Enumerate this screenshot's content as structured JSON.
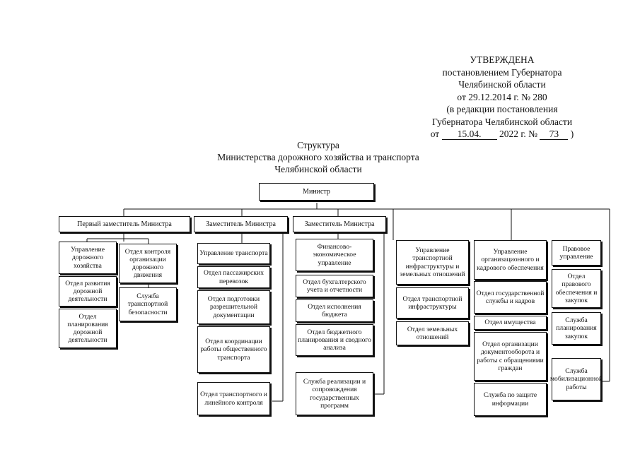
{
  "approval": {
    "heading": "УТВЕРЖДЕНА",
    "line1": "постановлением Губернатора",
    "line2": "Челябинской области",
    "line3": "от 29.12.2014 г. № 280",
    "line4": "(в редакции постановления",
    "line5": "Губернатора Челябинской области",
    "from_prefix": "от",
    "date": "15.04.",
    "year_suffix": "2022 г. №",
    "number": "73",
    "close": ")"
  },
  "title": {
    "line1": "Структура",
    "line2": "Министерства дорожного хозяйства и транспорта",
    "line3": "Челябинской области"
  },
  "org": {
    "minister": "Министр",
    "first_deputy": "Первый заместитель Министра",
    "deputy": "Заместитель Министра",
    "deputy_fin": "Заместитель Министра",
    "col1": {
      "upr_dor": "Управление дорожного хозяйства",
      "otd_razv": "Отдел развития дорожной деятельности",
      "otd_plan": "Отдел планирования дорожной деятельности",
      "otd_kontr": "Отдел контроля организации дорожного движения",
      "sl_bez": "Служба транспортной безопасности"
    },
    "col2": {
      "upr_trans": "Управление транспорта",
      "otd_pass": "Отдел пассажирских перевозок",
      "otd_podg": "Отдел подготовки разрешительной документации",
      "otd_koord": "Отдел координации работы общественного транспорта",
      "otd_trans_kontr": "Отдел транспортного и линейного контроля"
    },
    "col3": {
      "upr_fin": "Финансово-экономическое управление",
      "otd_buh": "Отдел бухгалтерского учета и отчетности",
      "otd_isp": "Отдел исполнения бюджета",
      "otd_bud": "Отдел бюджетного планирования и сводного анализа",
      "sl_real": "Служба реализации и сопровождения государственных программ"
    },
    "col4": {
      "upr_infra": "Управление транспортной инфраструктуры и земельных отношений",
      "otd_infra": "Отдел транспортной инфраструктуры",
      "otd_zem": "Отдел земельных отношений"
    },
    "col5": {
      "upr_org": "Управление организационного и кадрового обеспечения",
      "otd_gos": "Отдел государственной службы и кадров",
      "otd_im": "Отдел имущества",
      "otd_doc": "Отдел организации документооборота и работы с обращениями граждан",
      "sl_zash": "Служба по защите информации"
    },
    "col6": {
      "upr_prav": "Правовое управление",
      "otd_prav": "Отдел правового обеспечения и закупок",
      "sl_plan": "Служба планирования закупок",
      "sl_mob": "Служба мобилизационной работы"
    }
  }
}
